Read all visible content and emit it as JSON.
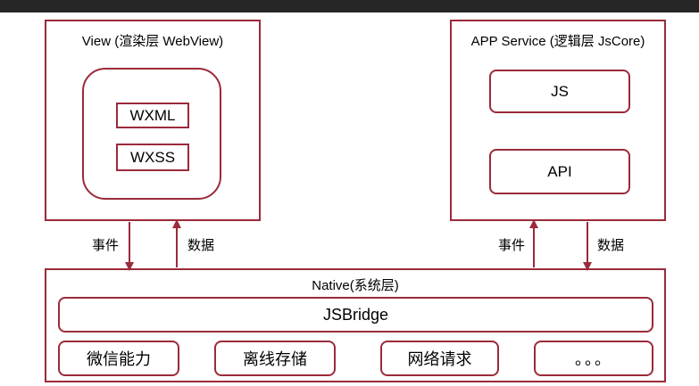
{
  "view": {
    "title": "View (渲染层 WebView)",
    "items": [
      "WXML",
      "WXSS"
    ]
  },
  "app_service": {
    "title": "APP Service (逻辑层 JsCore)",
    "items": [
      "JS",
      "API"
    ]
  },
  "native": {
    "title": "Native(系统层)",
    "bridge": "JSBridge",
    "modules": [
      "微信能力",
      "离线存储",
      "网络请求",
      "。。。"
    ]
  },
  "arrows": {
    "left_event": "事件",
    "left_data": "数据",
    "right_event": "事件",
    "right_data": "数据"
  },
  "colors": {
    "border": "#9b2a3a",
    "topbar": "#262626"
  }
}
